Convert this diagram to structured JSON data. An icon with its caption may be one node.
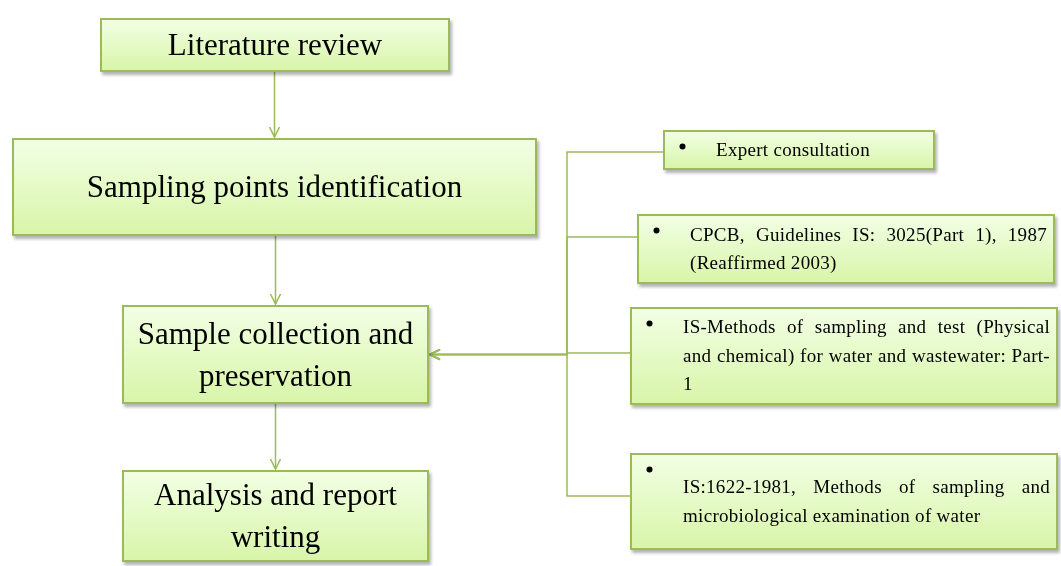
{
  "diagram": {
    "nodes": [
      {
        "text": [
          "Literature review"
        ]
      },
      {
        "text": [
          "Sampling points identification"
        ]
      },
      {
        "text": [
          "Sample collection and preservation"
        ]
      },
      {
        "text": [
          "Analysis and report writing"
        ]
      },
      {
        "text": [
          "Expert consultation"
        ]
      },
      {
        "text": [
          "CPCB, Guidelines IS: 3025(Part 1), 1987 (Reaffirmed 2003)"
        ]
      },
      {
        "text": [
          "IS-Methods of sampling and test (Physical and chemical) for water and wastewater: Part-1"
        ]
      },
      {
        "text": [
          "IS:1622-1981, Methods of sampling and microbiological examination of water"
        ]
      }
    ],
    "edges": [
      {
        "from": 0,
        "to": 1,
        "arrow": "to"
      },
      {
        "from": 1,
        "to": 2,
        "arrow": "to"
      },
      {
        "from": 2,
        "to": 3,
        "arrow": "to"
      },
      {
        "from": 4,
        "to": 2,
        "arrow": "to"
      },
      {
        "from": 5,
        "to": 2,
        "arrow": "to"
      },
      {
        "from": 6,
        "to": 2,
        "arrow": "to"
      },
      {
        "from": 7,
        "to": 2,
        "arrow": "to"
      }
    ]
  }
}
